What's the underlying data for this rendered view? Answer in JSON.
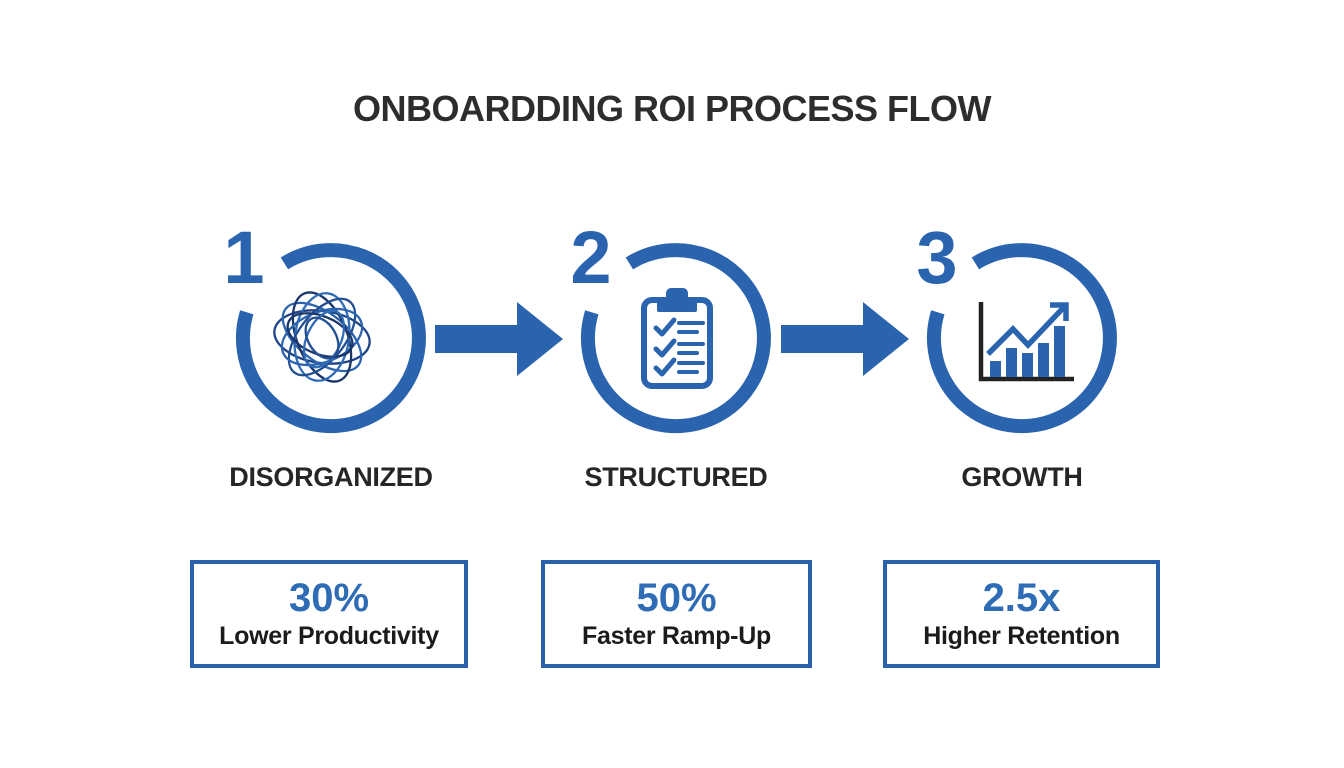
{
  "title": "ONBOARDDING ROI PROCESS FLOW",
  "colors": {
    "accent_blue": "#2b64ae",
    "stat_value_blue": "#2e6cb5",
    "box_border_blue": "#2b61ac",
    "title_dark": "#2d2d2d",
    "chart_axis_dark": "#222222",
    "scribble_navy": "#1a3569",
    "background": "#ffffff"
  },
  "connector_icon": "right-arrow-icon",
  "steps": [
    {
      "number": "1",
      "label": "DISORGANIZED",
      "icon": "tangled-scribble-icon",
      "stat": {
        "value": "30%",
        "label": "Lower Productivity"
      }
    },
    {
      "number": "2",
      "label": "STRUCTURED",
      "icon": "checklist-clipboard-icon",
      "stat": {
        "value": "50%",
        "label": "Faster Ramp-Up"
      }
    },
    {
      "number": "3",
      "label": "GROWTH",
      "icon": "growth-bar-chart-icon",
      "stat": {
        "value": "2.5x",
        "label": "Higher Retention"
      }
    }
  ]
}
